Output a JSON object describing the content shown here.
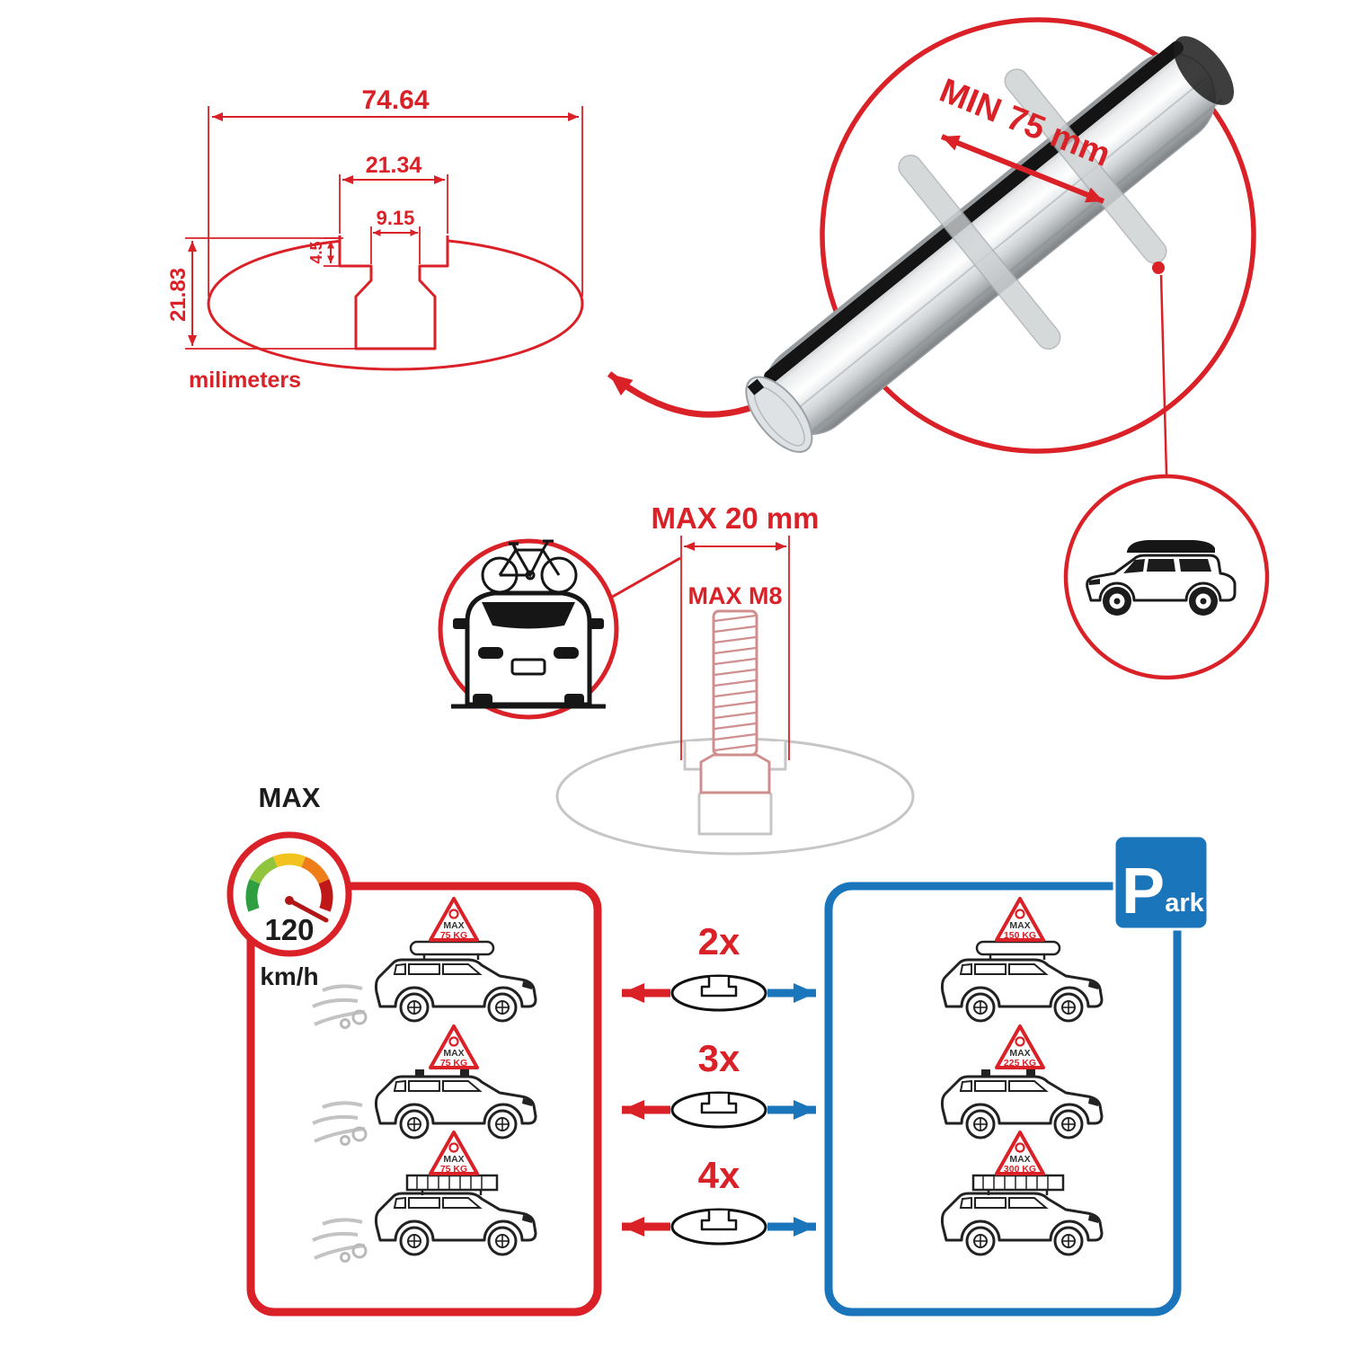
{
  "colors": {
    "accent_red": "#da2128",
    "accent_blue": "#1b75bb",
    "line_black": "#1c1c1c",
    "ghost_gray": "#c6c6c6"
  },
  "cross_section": {
    "total_width": "74.64",
    "slot_outer_width": "21.34",
    "slot_inner_width": "9.15",
    "lip_depth": "4.5",
    "total_height": "21.83",
    "units": "milimeters"
  },
  "bar_span": {
    "label": "MIN 75 mm"
  },
  "bolt": {
    "width_label": "MAX 20 mm",
    "thread_label": "MAX M8"
  },
  "speed_limit": {
    "title": "MAX",
    "value": "120",
    "unit": "km/h"
  },
  "multipliers": [
    {
      "label": "2x"
    },
    {
      "label": "3x"
    },
    {
      "label": "4x"
    }
  ],
  "driving_cars": [
    {
      "max": "MAX",
      "load": "75 KG"
    },
    {
      "max": "MAX",
      "load": "75 KG"
    },
    {
      "max": "MAX",
      "load": "75 KG"
    }
  ],
  "parked_cars": [
    {
      "max": "MAX",
      "load": "150 KG"
    },
    {
      "max": "MAX",
      "load": "225 KG"
    },
    {
      "max": "MAX",
      "load": "300 KG"
    }
  ],
  "parking_sign": {
    "p": "P",
    "suffix": "ark"
  }
}
